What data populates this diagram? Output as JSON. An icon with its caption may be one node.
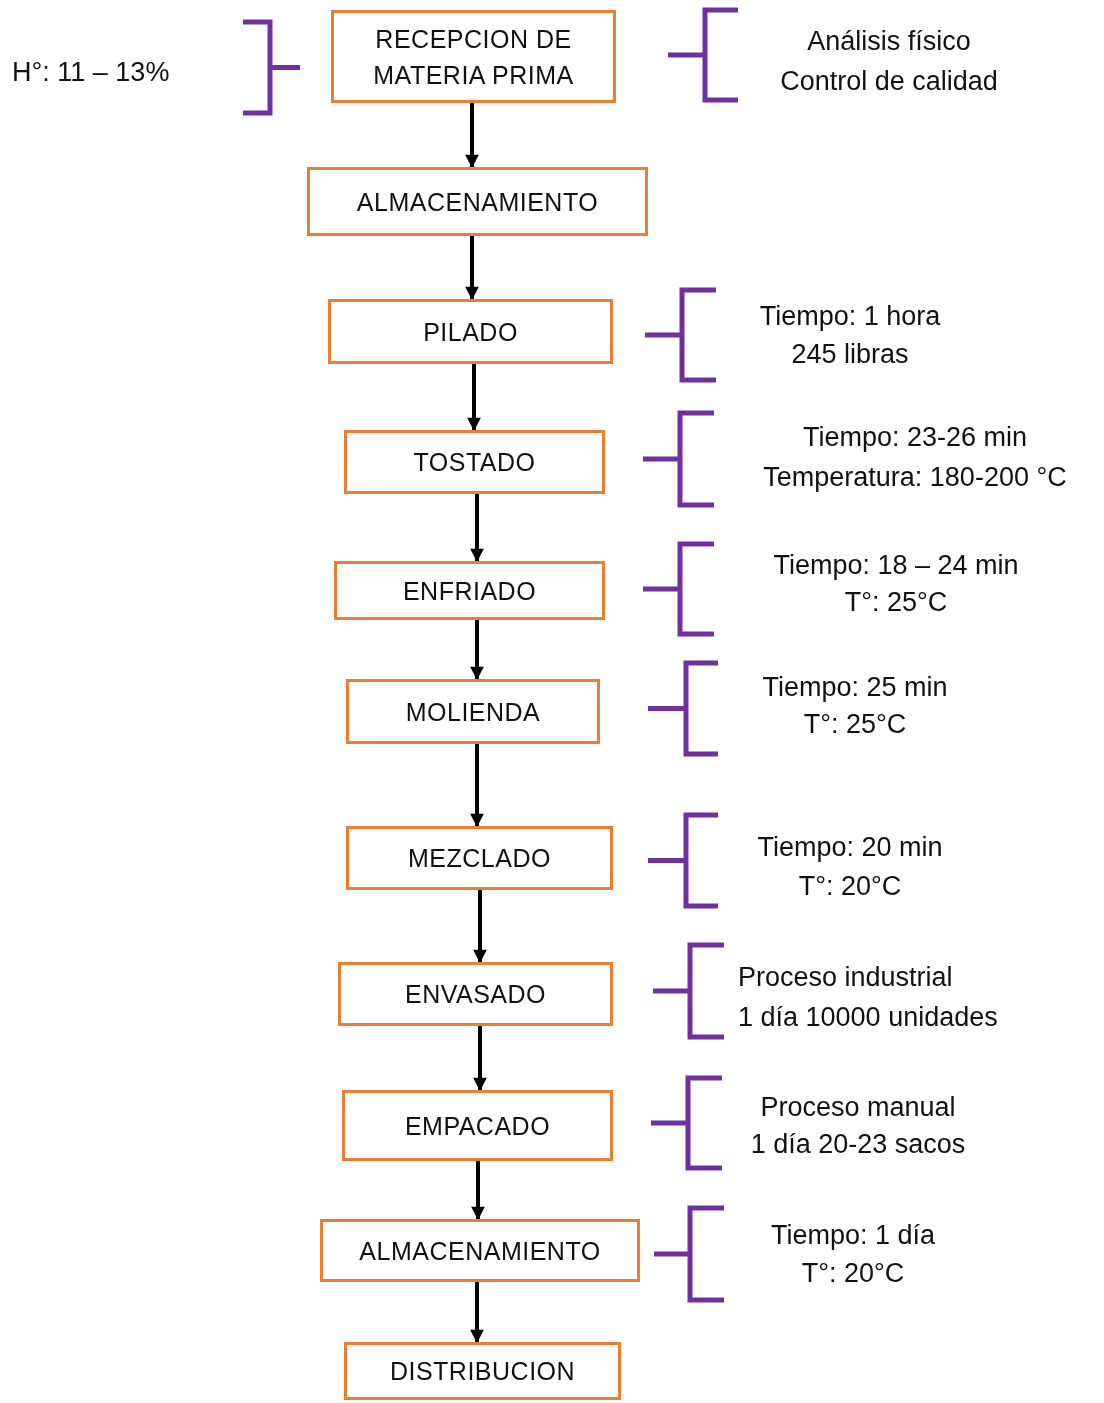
{
  "diagram": {
    "nodes": [
      {
        "text": [
          "RECEPCION DE MATERIA PRIMA"
        ],
        "beside": [
          "Análisis físico",
          "Control de calidad"
        ]
      },
      {
        "text": [
          "ALMACENAMIENTO"
        ]
      },
      {
        "text": [
          "PILADO"
        ],
        "beside": [
          "Tiempo: 1 hora",
          "245 libras"
        ]
      },
      {
        "text": [
          "TOSTADO"
        ],
        "beside": [
          "Tiempo: 23-26 min",
          "Temperatura: 180-200 °C"
        ]
      },
      {
        "text": [
          "ENFRIADO"
        ],
        "beside": [
          "Tiempo: 18 – 24 min",
          "T°: 25°C"
        ]
      },
      {
        "text": [
          "MOLIENDA"
        ],
        "beside": [
          "Tiempo: 25 min",
          "T°: 25°C"
        ]
      },
      {
        "text": [
          "MEZCLADO"
        ],
        "beside": [
          "Tiempo: 20 min",
          "T°: 20°C"
        ]
      },
      {
        "text": [
          "ENVASADO"
        ],
        "beside": [
          "Proceso industrial",
          "1 día 10000 unidades"
        ]
      },
      {
        "text": [
          "EMPACADO"
        ],
        "beside": [
          "Proceso manual",
          "1 día 20-23 sacos"
        ]
      },
      {
        "text": [
          "ALMACENAMIENTO"
        ],
        "beside": [
          "Tiempo:  1 día",
          "T°: 20°C"
        ]
      },
      {
        "text": [
          "DISTRIBUCION"
        ]
      }
    ],
    "edges": [
      {
        "from": 0,
        "to": 1,
        "arrow": "to"
      },
      {
        "from": 1,
        "to": 2,
        "arrow": "to"
      },
      {
        "from": 2,
        "to": 3,
        "arrow": "to"
      },
      {
        "from": 3,
        "to": 4,
        "arrow": "to"
      },
      {
        "from": 4,
        "to": 5,
        "arrow": "to"
      },
      {
        "from": 5,
        "to": 6,
        "arrow": "to"
      },
      {
        "from": 6,
        "to": 7,
        "arrow": "to"
      },
      {
        "from": 7,
        "to": 8,
        "arrow": "to"
      },
      {
        "from": 8,
        "to": 9,
        "arrow": "to"
      },
      {
        "from": 9,
        "to": 10,
        "arrow": "to"
      }
    ],
    "labels": [
      "H°: 11 – 13%"
    ]
  }
}
